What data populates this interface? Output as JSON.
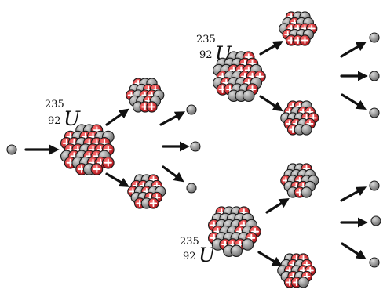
{
  "diagram": {
    "isotope": {
      "mass_number": "235",
      "atomic_number": "92",
      "symbol": "U"
    },
    "colors": {
      "neutron": "#8c8c8c",
      "proton": "#d42026",
      "outline": "#1a1a1a",
      "arrow": "#111111",
      "background": "#ffffff"
    },
    "generations": 3,
    "neutrons_released_per_fission": 3
  }
}
